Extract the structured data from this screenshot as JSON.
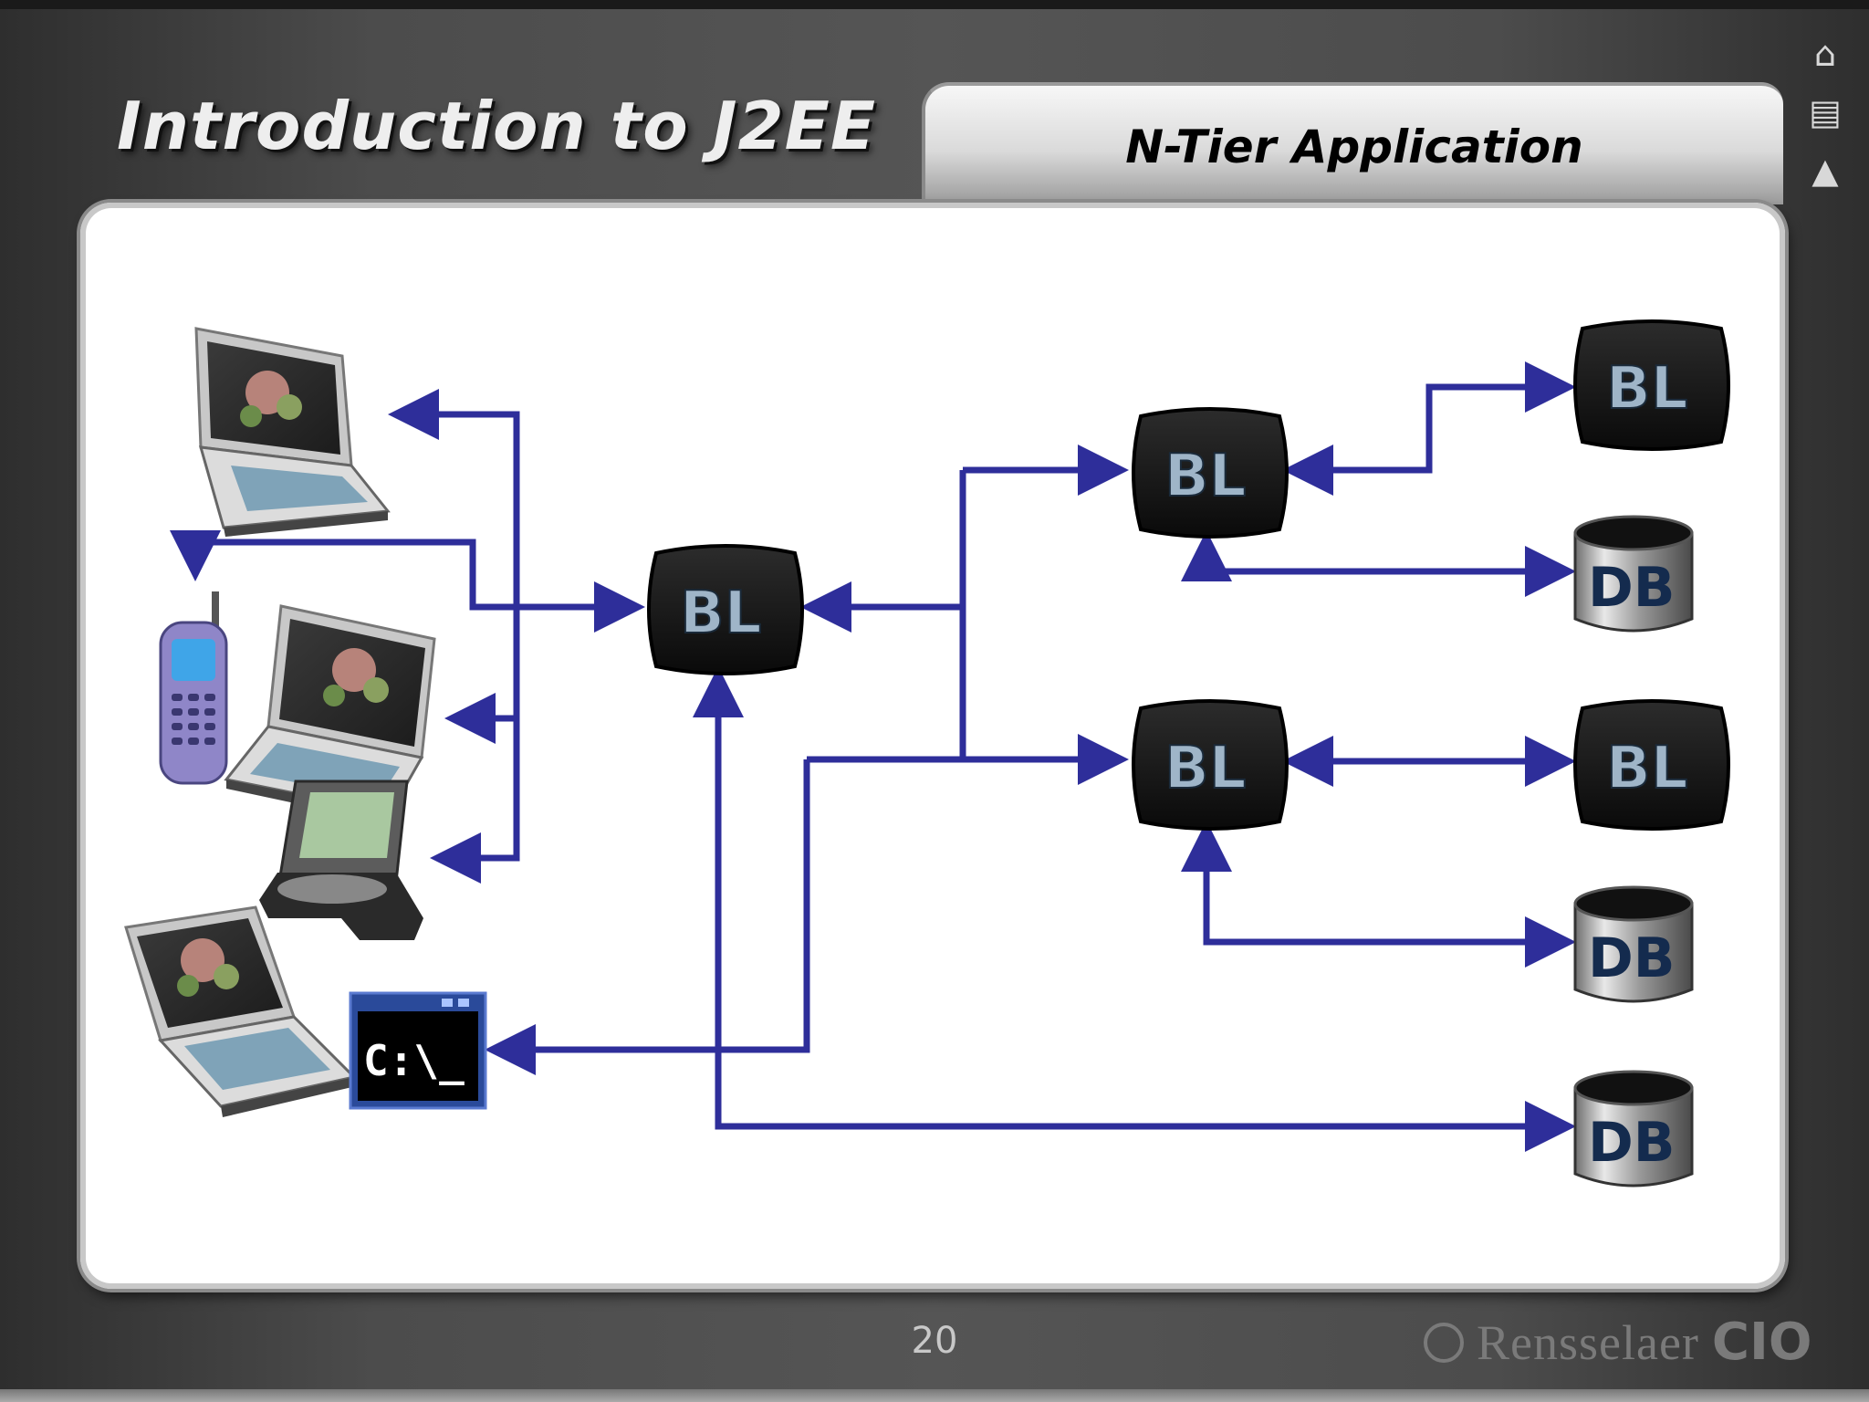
{
  "slide": {
    "title": "Introduction to J2EE",
    "subtitle": "N-Tier Application",
    "page_number": "20",
    "logo": {
      "name": "Rensselaer",
      "suffix": "CIO"
    }
  },
  "nav": {
    "icons": [
      "home-icon",
      "folder-icon",
      "java-duke-icon"
    ]
  },
  "diagram": {
    "business_logic_label": "BL",
    "database_label": "DB",
    "command_prompt_label": "C:\\_",
    "arrow_color": "#2e2e9a"
  }
}
